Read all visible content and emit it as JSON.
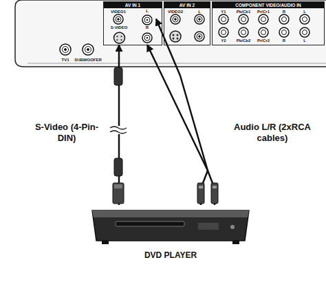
{
  "diagram": {
    "nodes": [
      {
        "text": [
          "AV IN 1"
        ]
      },
      {
        "text": [
          "L"
        ],
        "in": 0
      },
      {
        "text": [
          "S-VIDEO"
        ],
        "in": 0
      },
      {
        "text": [
          "R"
        ],
        "in": 0
      },
      {
        "text": [
          "AV IN 2"
        ]
      },
      {
        "text": [
          "COMPONENT VIDEO/AUDIO IN"
        ]
      },
      {
        "text": [
          "DVD PLAYER"
        ]
      }
    ],
    "edges": [
      {
        "from": 6,
        "to": 2,
        "arrow": "to",
        "label": "S-Video (4-Pin-DIN)"
      },
      {
        "from": 6,
        "to": 1,
        "arrow": "to",
        "label": "Audio L/R (2xRCA cables)"
      },
      {
        "from": 6,
        "to": 3,
        "arrow": "to"
      }
    ],
    "labels": [
      "TV1",
      "SUBWOOFER",
      "VIDEO1",
      "VIDEO2",
      "L",
      "Y1",
      "Pb/Cb1",
      "Pr/Cr1",
      "R",
      "L",
      "Y2",
      "Pb/Cb2",
      "Pr/Cr2",
      "R",
      "L"
    ]
  }
}
